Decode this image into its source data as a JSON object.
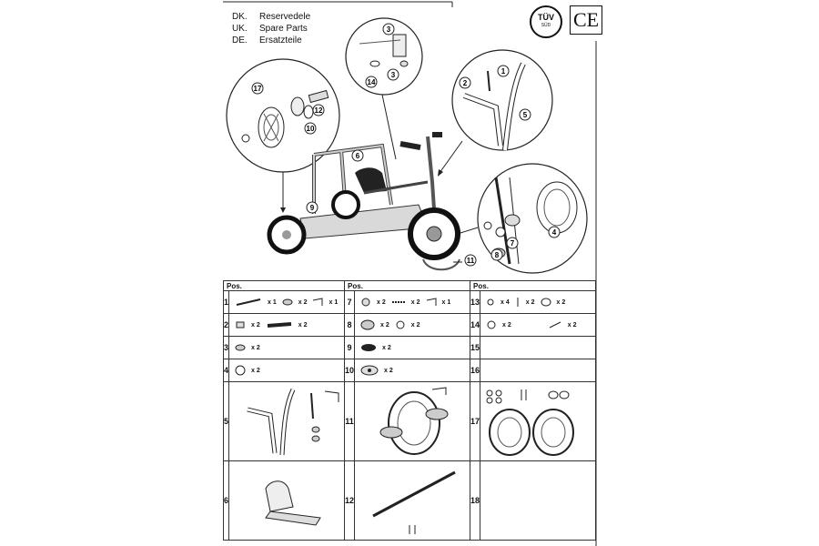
{
  "languages": [
    {
      "code": "DK.",
      "text": "Reservedele"
    },
    {
      "code": "UK.",
      "text": "Spare Parts"
    },
    {
      "code": "DE.",
      "text": "Ersatzteile"
    }
  ],
  "marks": {
    "tuv": "TÜV",
    "tuv_sub": "SÜD",
    "ce": "CE"
  },
  "callouts": [
    "1",
    "2",
    "3",
    "3",
    "4",
    "5",
    "6",
    "7",
    "8",
    "9",
    "10",
    "11",
    "12",
    "14",
    "17"
  ],
  "table": {
    "header": "Pos.",
    "rows": [
      {
        "pos": [
          "1",
          "7",
          "13"
        ],
        "qty": [
          [
            "x 1",
            "x 2",
            "x 1"
          ],
          [
            "x 2",
            "x 2",
            "x 1"
          ],
          [
            "x 4",
            "x 2",
            "x 2"
          ]
        ]
      },
      {
        "pos": [
          "2",
          "8",
          "14"
        ],
        "qty": [
          [
            "x 2",
            "x 2"
          ],
          [
            "x 2",
            "x 2"
          ],
          [
            "x 2",
            "x 2"
          ]
        ]
      },
      {
        "pos": [
          "3",
          "9",
          "15"
        ],
        "qty": [
          [
            "x 2"
          ],
          [
            "x 2"
          ],
          []
        ]
      },
      {
        "pos": [
          "4",
          "10",
          "16"
        ],
        "qty": [
          [
            "x 2"
          ],
          [
            "x 2"
          ],
          []
        ]
      },
      {
        "pos": [
          "5",
          "11",
          "17"
        ],
        "qty": [
          [],
          [],
          []
        ]
      },
      {
        "pos": [
          "6",
          "12",
          "18"
        ],
        "qty": [
          [],
          [],
          []
        ]
      }
    ]
  }
}
